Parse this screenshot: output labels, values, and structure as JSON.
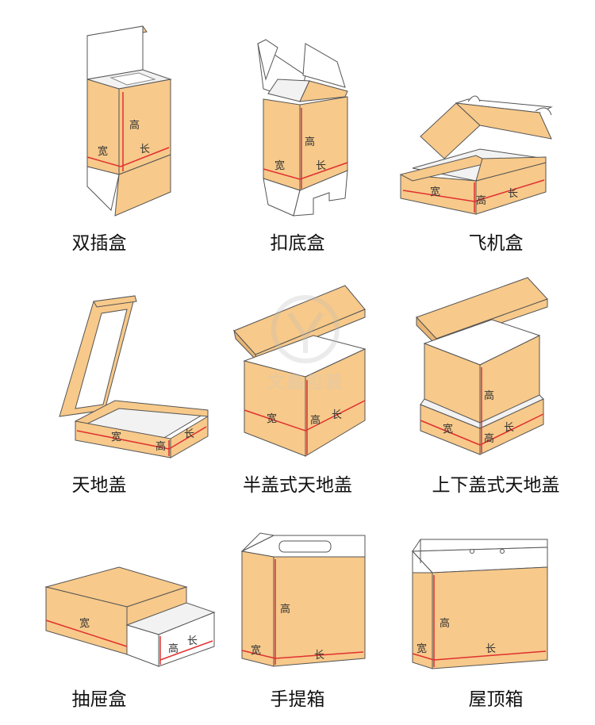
{
  "labels": {
    "height": "高",
    "width": "宽",
    "length": "长"
  },
  "colors": {
    "kraft": "#f7c98a",
    "kraft_dark": "#e9b574",
    "inner": "#f2f2f2",
    "white": "#ffffff",
    "outline": "#555555",
    "dimension_line": "#e03030"
  },
  "boxes": [
    {
      "name": "双插盒"
    },
    {
      "name": "扣底盒"
    },
    {
      "name": "飞机盒"
    },
    {
      "name": "天地盖"
    },
    {
      "name": "半盖式天地盖"
    },
    {
      "name": "上下盖式天地盖"
    },
    {
      "name": "抽屉盒"
    },
    {
      "name": "手提箱"
    },
    {
      "name": "屋顶箱"
    }
  ],
  "watermark": {
    "text": "文鑫包装"
  }
}
